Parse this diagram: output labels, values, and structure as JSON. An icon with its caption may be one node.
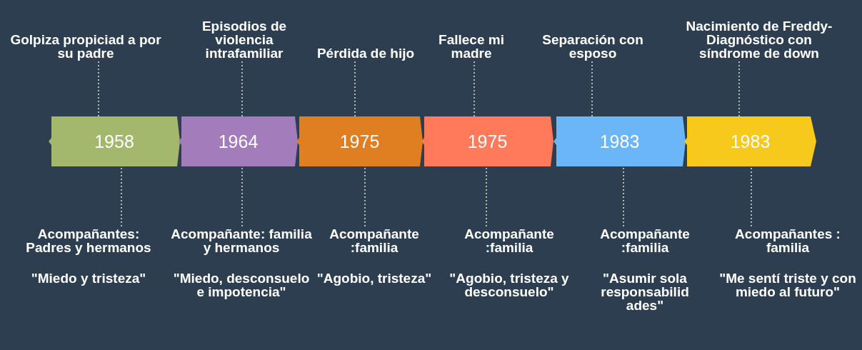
{
  "diagram": {
    "nodes": [
      {
        "text": [
          "Golpiza propiciad a por su padre"
        ]
      },
      {
        "text": [
          "Episodios de violencia intrafamiliar"
        ]
      },
      {
        "text": [
          "Pérdida de hijo"
        ]
      },
      {
        "text": [
          "Fallece mi madre"
        ]
      },
      {
        "text": [
          "Separación con esposo"
        ]
      },
      {
        "text": [
          "Nacimiento de Freddy- Diagnóstico con síndrome de down"
        ]
      },
      {
        "text": [
          "1958"
        ]
      },
      {
        "text": [
          "1964"
        ]
      },
      {
        "text": [
          "1975"
        ]
      },
      {
        "text": [
          "1975"
        ]
      },
      {
        "text": [
          "1983"
        ]
      },
      {
        "text": [
          "1983"
        ]
      },
      {
        "text": [
          "Acompañantes: Padres y hermanos",
          "\"Miedo y tristeza\""
        ]
      },
      {
        "text": [
          "Acompañante: familia y hermanos",
          "\"Miedo, desconsuelo e impotencia\""
        ]
      },
      {
        "text": [
          "Acompañante :familia",
          "\"Agobio, tristeza\""
        ]
      },
      {
        "text": [
          "Acompañante :familia",
          "\"Agobio, tristeza y desconsuelo\""
        ]
      },
      {
        "text": [
          "Acompañante :familia",
          "\"Asumir sola responsabilid ades\""
        ]
      },
      {
        "text": [
          "Acompañantes : familia",
          "\"Me sentí triste y con miedo al futuro\""
        ]
      }
    ],
    "edges": [
      {
        "from": 0,
        "to": 6,
        "arrow": "none",
        "style": "dashed"
      },
      {
        "from": 1,
        "to": 7,
        "arrow": "none",
        "style": "dashed"
      },
      {
        "from": 2,
        "to": 8,
        "arrow": "none",
        "style": "dashed"
      },
      {
        "from": 3,
        "to": 9,
        "arrow": "none",
        "style": "dashed"
      },
      {
        "from": 4,
        "to": 10,
        "arrow": "none",
        "style": "dashed"
      },
      {
        "from": 5,
        "to": 11,
        "arrow": "none",
        "style": "dashed"
      },
      {
        "from": 6,
        "to": 12,
        "arrow": "none",
        "style": "dashed"
      },
      {
        "from": 7,
        "to": 13,
        "arrow": "none",
        "style": "dashed"
      },
      {
        "from": 8,
        "to": 14,
        "arrow": "none",
        "style": "dashed"
      },
      {
        "from": 9,
        "to": 15,
        "arrow": "none",
        "style": "dashed"
      },
      {
        "from": 10,
        "to": 16,
        "arrow": "none",
        "style": "dashed"
      },
      {
        "from": 11,
        "to": 17,
        "arrow": "none",
        "style": "dashed"
      }
    ]
  }
}
